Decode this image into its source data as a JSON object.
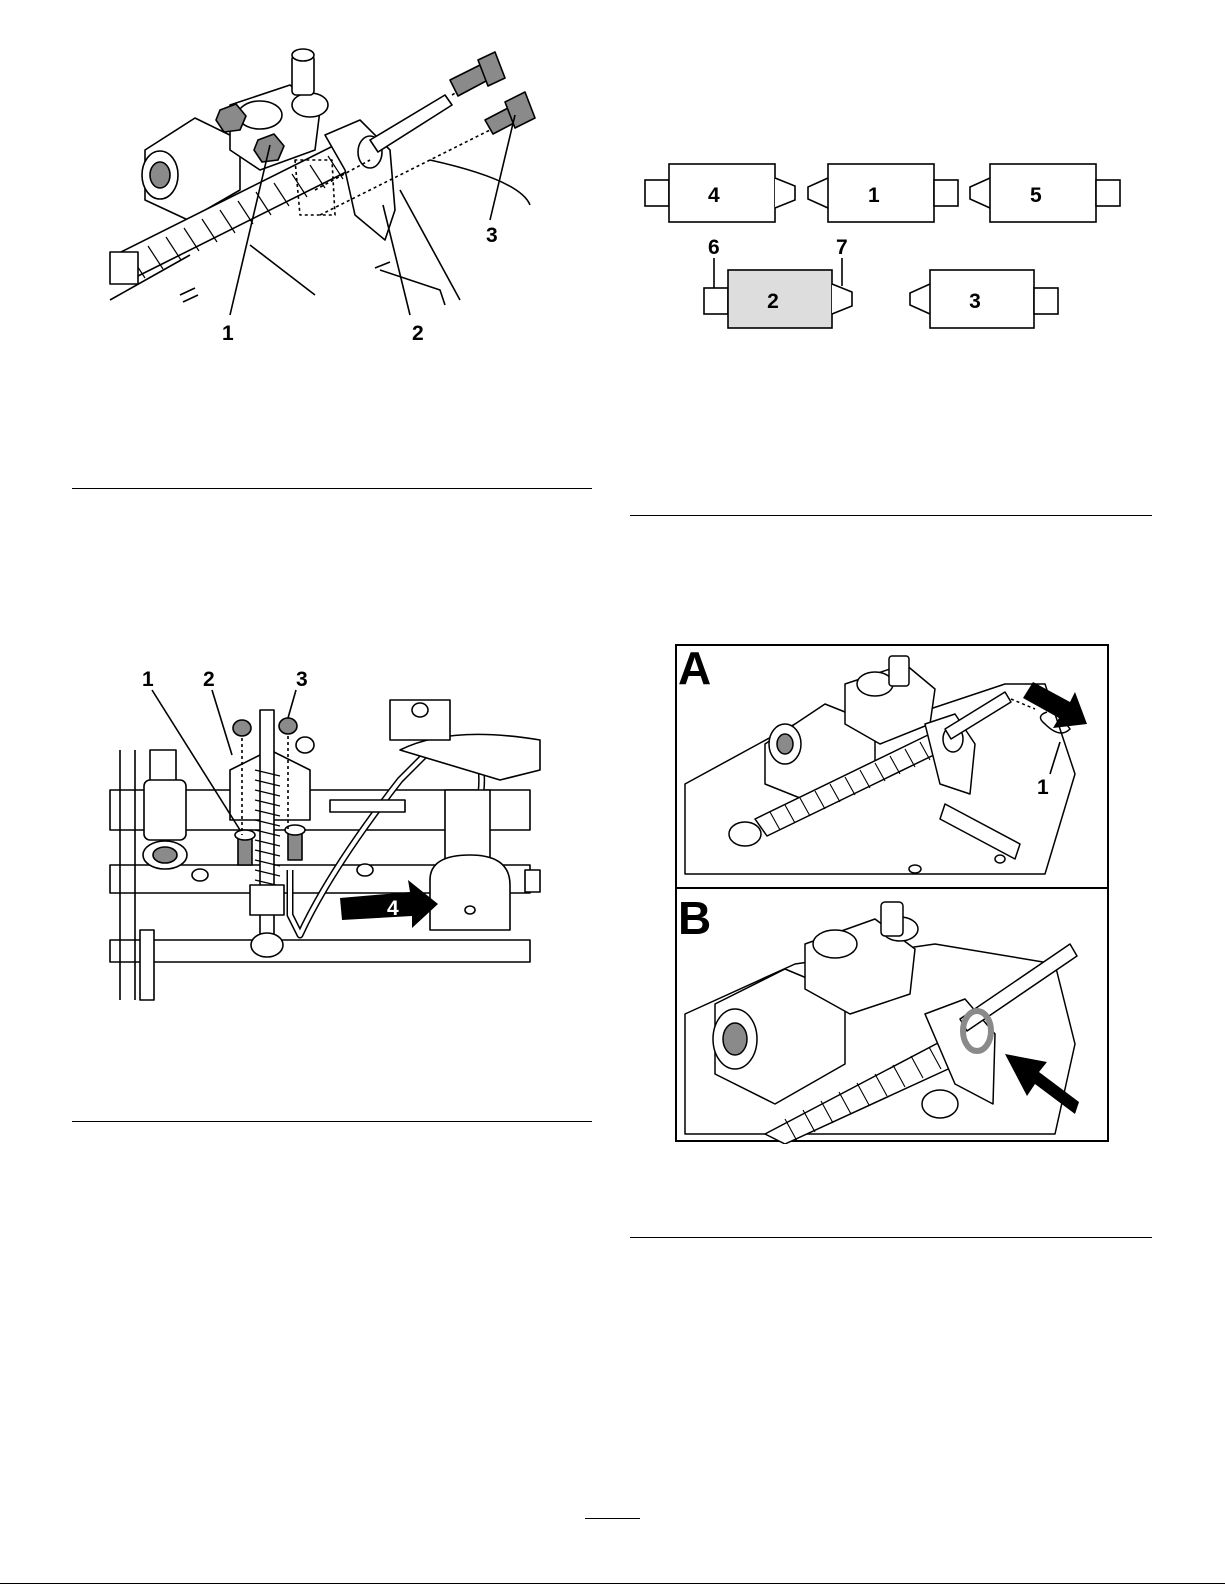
{
  "figure1": {
    "callouts": {
      "c1": "1",
      "c2": "2",
      "c3": "3"
    }
  },
  "figure2": {
    "reels": [
      {
        "label": "4"
      },
      {
        "label": "1"
      },
      {
        "label": "5"
      },
      {
        "label": "2",
        "highlighted": true
      },
      {
        "label": "3"
      }
    ],
    "callouts": {
      "c6": "6",
      "c7": "7"
    },
    "highlight_color": "#dddddd"
  },
  "figure3": {
    "callouts": {
      "c1": "1",
      "c2": "2",
      "c3": "3",
      "c4": "4"
    }
  },
  "figure4": {
    "panel_a_label": "A",
    "panel_b_label": "B",
    "callouts": {
      "c1": "1"
    }
  },
  "colors": {
    "line": "#000000",
    "part_fill": "#ffffff",
    "shade": "#8a8a8a",
    "highlight": "#dddddd"
  }
}
